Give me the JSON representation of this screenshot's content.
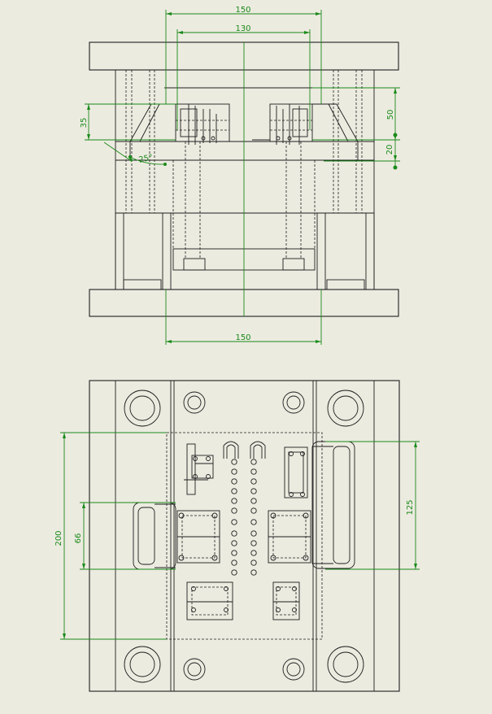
{
  "colors": {
    "background": "#ecebe0",
    "lines": "#1e1e1e",
    "dimensions": "#1a8a1a"
  },
  "front_view": {
    "dims": {
      "width_top_outer": "150",
      "width_top_inner": "130",
      "width_bottom": "150",
      "height_left": "35",
      "height_right_upper": "50",
      "height_right_lower": "20",
      "angle": "25°"
    }
  },
  "top_view": {
    "dims": {
      "height_left_outer": "200",
      "height_left_inner": "66",
      "height_right": "125"
    }
  }
}
